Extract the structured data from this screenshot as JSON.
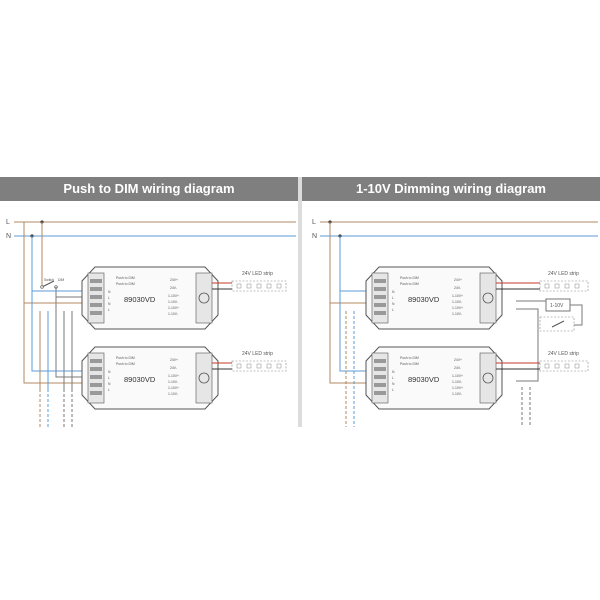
{
  "left_panel": {
    "title": "Push to DIM wiring diagram",
    "line_label": "L",
    "neutral_label": "N",
    "switch_label": "Switch",
    "switch_dim_label": "DIM",
    "drivers": [
      {
        "model": "89030VD",
        "modes": [
          "Push to DIM",
          "Push to DIM"
        ],
        "terminals_left": [
          "N",
          "L",
          "N",
          "L"
        ],
        "terminals_right": [
          "1-10V+",
          "1-10V-",
          "1-10V+",
          "1-10V-"
        ],
        "output_labels": [
          "24V+",
          "24V-"
        ],
        "strip_label": "24V LED strip"
      },
      {
        "model": "89030VD",
        "modes": [
          "Push to DIM",
          "Push to DIM"
        ],
        "terminals_left": [
          "N",
          "L",
          "N",
          "L"
        ],
        "terminals_right": [
          "1-10V+",
          "1-10V-",
          "1-10V+",
          "1-10V-"
        ],
        "output_labels": [
          "24V+",
          "24V-"
        ],
        "strip_label": "24V LED strip"
      }
    ]
  },
  "right_panel": {
    "title": "1-10V Dimming wiring diagram",
    "line_label": "L",
    "neutral_label": "N",
    "dimmer_label": "1-10V",
    "drivers": [
      {
        "model": "89030VD",
        "modes": [
          "Push to DIM",
          "Push to DIM"
        ],
        "terminals_left": [
          "N",
          "L",
          "N",
          "L"
        ],
        "terminals_right": [
          "1-10V+",
          "1-10V-",
          "1-10V+",
          "1-10V-"
        ],
        "output_labels": [
          "24V+",
          "24V-"
        ],
        "strip_label": "24V LED strip"
      },
      {
        "model": "89030VD",
        "modes": [
          "Push to DIM",
          "Push to DIM"
        ],
        "terminals_left": [
          "N",
          "L",
          "N",
          "L"
        ],
        "terminals_right": [
          "1-10V+",
          "1-10V-",
          "1-10V+",
          "1-10V-"
        ],
        "output_labels": [
          "24V+",
          "24V-"
        ],
        "strip_label": "24V LED strip"
      }
    ]
  },
  "colors": {
    "header_bg": "#7f7f7f",
    "live_wire": "#b08860",
    "neutral_wire": "#5b9bd5",
    "dim_wire": "#7a7a7a",
    "led_positive": "#c0392b",
    "led_negative": "#333333"
  }
}
